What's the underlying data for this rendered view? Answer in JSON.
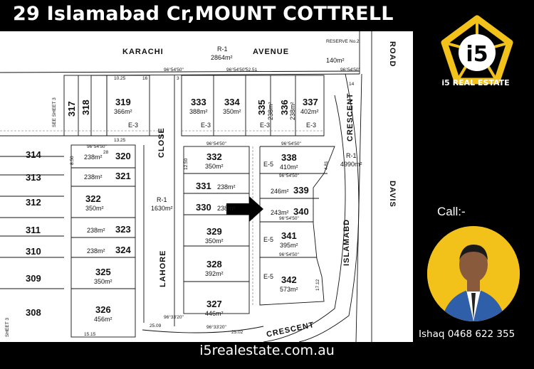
{
  "title": "29 Islamabad Cr,MOUNT COTTRELL",
  "brand": {
    "logo_mark": "i5",
    "name": "i5 REAL ESTATE",
    "gold": "#f2c21b"
  },
  "call_label": "Call:-",
  "agent": {
    "name": "Ishaq",
    "phone": "0468 622 355"
  },
  "website": "i5realestate.com.au",
  "plan": {
    "roads": {
      "karachi": "KARACHI",
      "avenue": "AVENUE",
      "road": "ROAD",
      "davis": "DAVIS",
      "close": "CLOSE",
      "lahore": "LAHORE",
      "islamabd": "ISLAMABD",
      "crescent_right": "CRESCENT",
      "crescent_bottom": "CRESCENT",
      "see_sheet": "SEE SHEET 3",
      "sheet3": "SHEET 3"
    },
    "reserves": [
      {
        "zone": "R-1",
        "area": "2864m²"
      },
      {
        "zone": "RESERVE No.2",
        "area": "140m²"
      },
      {
        "zone": "R-1",
        "area": "1630m²"
      },
      {
        "zone": "R-1",
        "area": "4990m²"
      }
    ],
    "lots": [
      {
        "no": "317",
        "area": ""
      },
      {
        "no": "318",
        "area": ""
      },
      {
        "no": "319",
        "area": "366m²"
      },
      {
        "no": "333",
        "area": "388m²"
      },
      {
        "no": "334",
        "area": "350m²"
      },
      {
        "no": "335",
        "area": "238m²"
      },
      {
        "no": "336",
        "area": "238m²"
      },
      {
        "no": "337",
        "area": "402m²"
      },
      {
        "no": "320",
        "area": "238m²"
      },
      {
        "no": "321",
        "area": "238m²"
      },
      {
        "no": "322",
        "area": "350m²"
      },
      {
        "no": "323",
        "area": "238m²"
      },
      {
        "no": "324",
        "area": "238m²"
      },
      {
        "no": "325",
        "area": "350m²"
      },
      {
        "no": "326",
        "area": "456m²"
      },
      {
        "no": "314",
        "area": ""
      },
      {
        "no": "313",
        "area": ""
      },
      {
        "no": "312",
        "area": ""
      },
      {
        "no": "311",
        "area": ""
      },
      {
        "no": "310",
        "area": ""
      },
      {
        "no": "309",
        "area": ""
      },
      {
        "no": "308",
        "area": ""
      },
      {
        "no": "332",
        "area": "350m²"
      },
      {
        "no": "331",
        "area": "238m²"
      },
      {
        "no": "330",
        "area": "238m²"
      },
      {
        "no": "329",
        "area": "350m²"
      },
      {
        "no": "328",
        "area": "392m²"
      },
      {
        "no": "327",
        "area": "446m²"
      },
      {
        "no": "338",
        "area": "410m²"
      },
      {
        "no": "339",
        "area": "246m²"
      },
      {
        "no": "340",
        "area": "243m²"
      },
      {
        "no": "341",
        "area": "395m²"
      },
      {
        "no": "342",
        "area": "573m²"
      }
    ],
    "easements": [
      "E-3",
      "E-3",
      "E-3",
      "E-3",
      "E-5",
      "E-5",
      "E-5"
    ],
    "bearing": "96°54'50\"",
    "bearing_b": "96°33'20\"",
    "dims": [
      "10.25",
      "13.25",
      "28",
      "8.50",
      "12.50",
      "52.51",
      "25.02",
      "25.09",
      "15.15",
      "14",
      "16",
      "17.12",
      "4.81",
      "3"
    ]
  }
}
